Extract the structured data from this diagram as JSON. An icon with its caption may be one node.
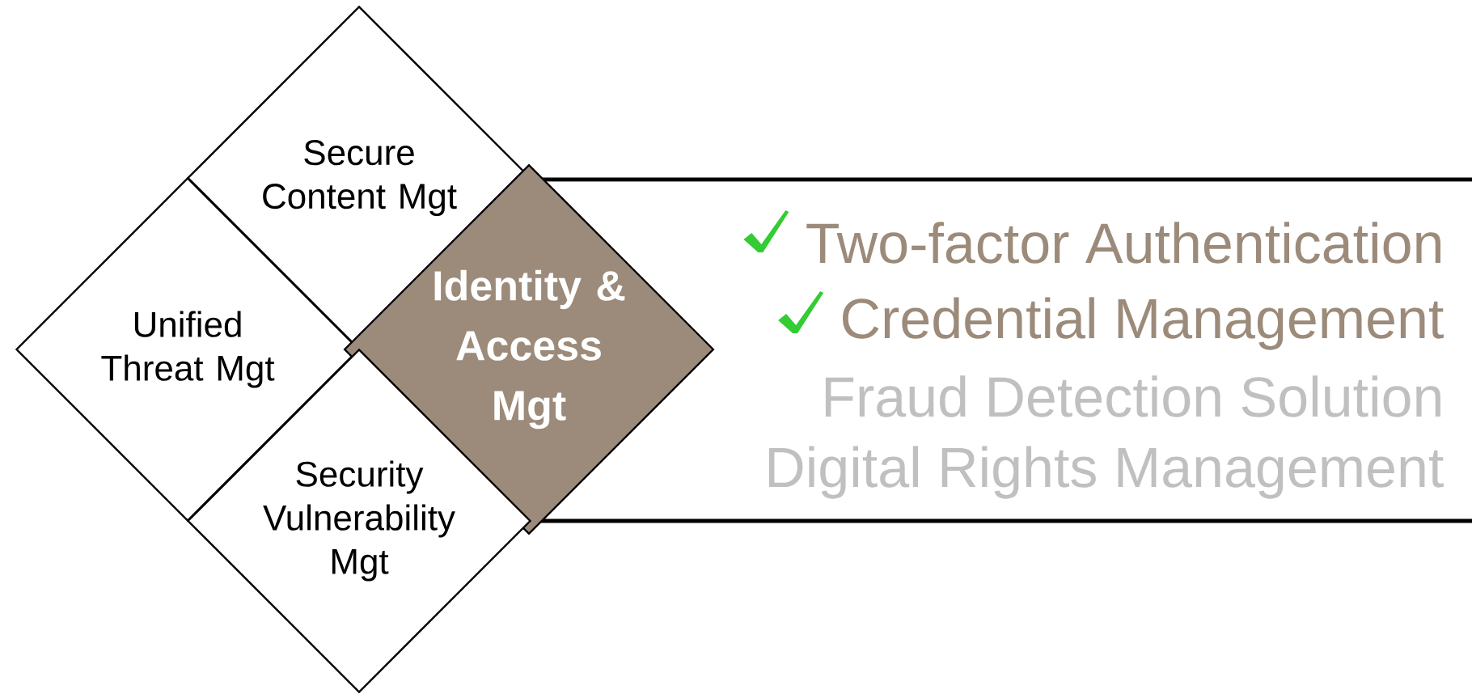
{
  "diagram": {
    "nodes": [
      {
        "text": [
          "Secure Content Mgt"
        ]
      },
      {
        "text": [
          "Unified Threat Mgt"
        ]
      },
      {
        "text": [
          "Identity & Access Mgt"
        ]
      },
      {
        "text": [
          "Security Vulnerability Mgt"
        ]
      }
    ],
    "labels": [
      "Two-factor Authentication",
      "Credential Management",
      "Fraud Detection Solution",
      "Digital Rights Management"
    ]
  }
}
